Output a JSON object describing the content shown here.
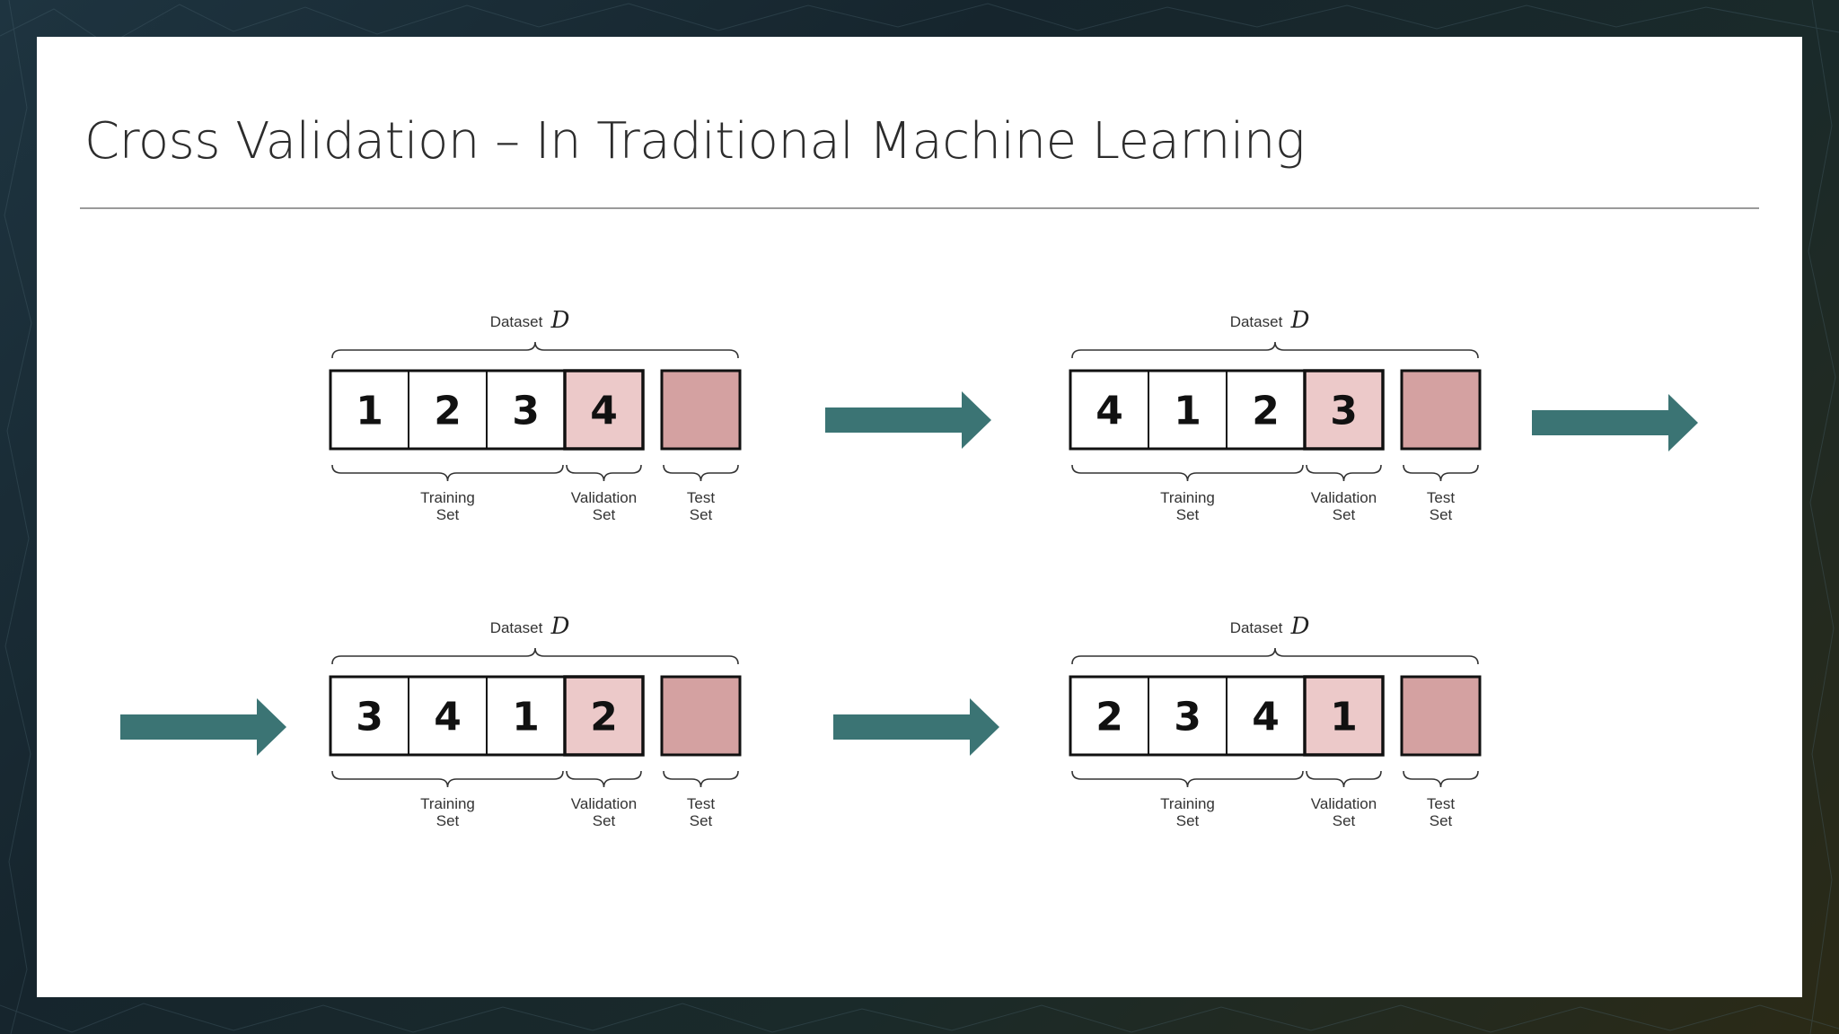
{
  "slide": {
    "title": "Cross Validation – In Traditional Machine Learning"
  },
  "labels": {
    "dataset": "Dataset",
    "dataset_symbol": "D",
    "training": [
      "Training",
      "Set"
    ],
    "validation": [
      "Validation",
      "Set"
    ],
    "test": [
      "Test",
      "Set"
    ]
  },
  "folds": [
    {
      "cells": [
        "1",
        "2",
        "3",
        "4"
      ]
    },
    {
      "cells": [
        "4",
        "1",
        "2",
        "3"
      ]
    },
    {
      "cells": [
        "3",
        "4",
        "1",
        "2"
      ]
    },
    {
      "cells": [
        "2",
        "3",
        "4",
        "1"
      ]
    }
  ],
  "colors": {
    "validation_fill": "#ecc9c9",
    "test_fill": "#d4a1a1",
    "arrow": "#3b7474",
    "cell_border": "#111111"
  },
  "icons": {
    "arrow": "right-arrow-icon"
  }
}
